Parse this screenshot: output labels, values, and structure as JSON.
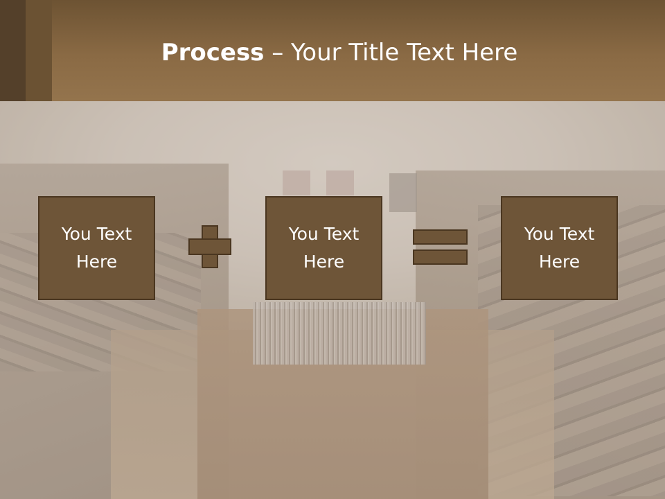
{
  "slide": {
    "title_bold": "Process",
    "title_rest": " – Your Title Text Here"
  },
  "process": {
    "boxes": [
      {
        "text": "You Text\nHere"
      },
      {
        "text": "You Text\nHere"
      },
      {
        "text": "You Text\nHere"
      }
    ],
    "operator_1": "plus",
    "operator_2": "equals"
  },
  "colors": {
    "header": "#8a6a44",
    "box_fill": "#6e5538",
    "box_border": "#4a3620",
    "text": "#ffffff"
  }
}
